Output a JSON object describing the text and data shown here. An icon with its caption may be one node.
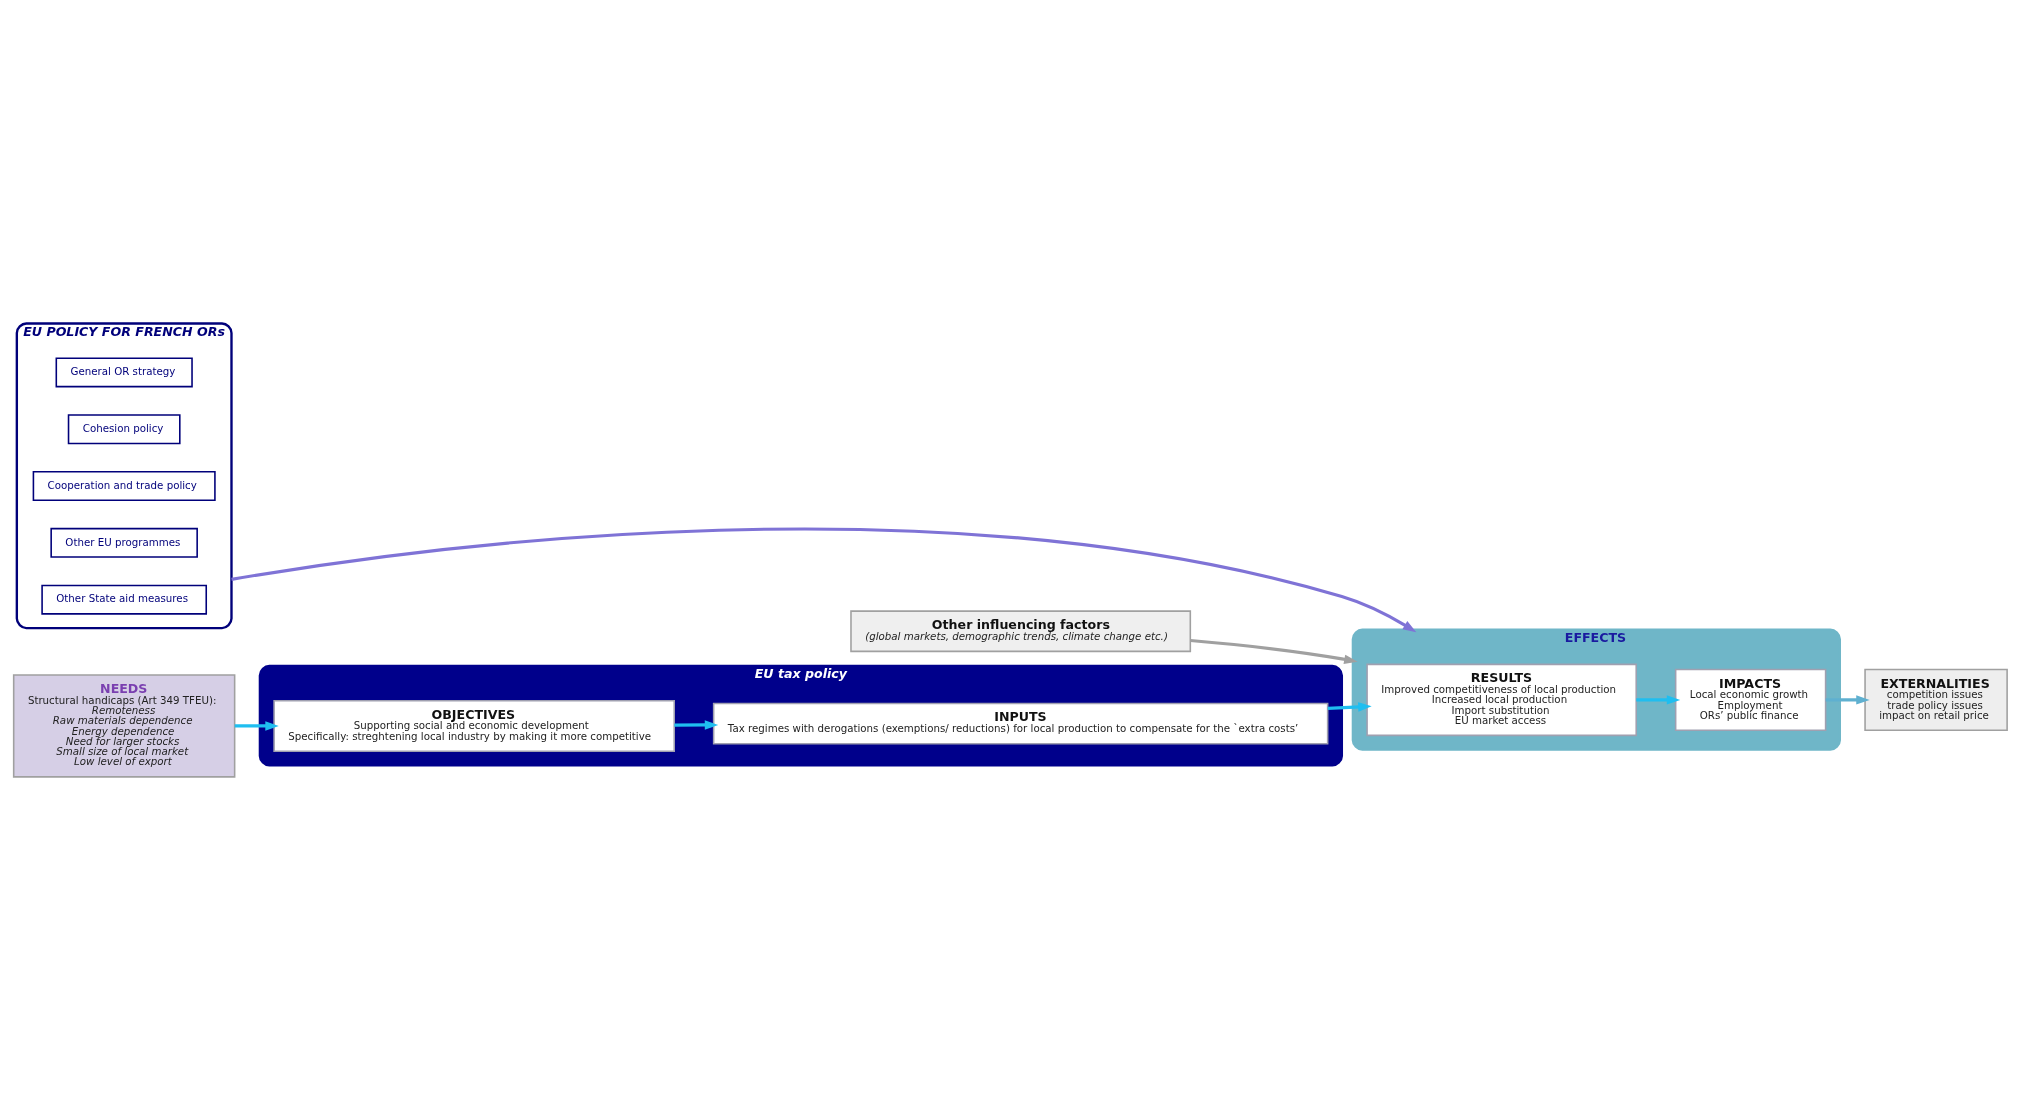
{
  "diagram": {
    "nodes": [
      {
        "text": [
          "EU POLICY FOR FRENCH ORs"
        ]
      },
      {
        "text": [
          "General OR strategy"
        ],
        "in": 0
      },
      {
        "text": [
          "Cohesion policy"
        ],
        "in": 0
      },
      {
        "text": [
          "Cooperation and trade policy"
        ],
        "in": 0
      },
      {
        "text": [
          "Other EU programmes"
        ],
        "in": 0
      },
      {
        "text": [
          "Other State aid measures"
        ],
        "in": 0
      },
      {
        "text": [
          "NEEDS",
          "Structural handicaps (Art 349 TFEU):",
          "Remoteness",
          "Raw materials dependence",
          "Energy dependence",
          "Need for larger stocks",
          "Small size of local market",
          "Low level of export"
        ]
      },
      {
        "text": [
          "Other influencing factors",
          "(global markets, demographic trends, climate change etc.)"
        ]
      },
      {
        "text": [
          "EFFECTS"
        ]
      },
      {
        "text": [
          "EU tax policy"
        ]
      },
      {
        "text": [
          "OBJECTIVES",
          "Supporting social and economic development",
          "Specifically: streghtening local industry by making it more competitive"
        ],
        "in": 9
      },
      {
        "text": [
          "INPUTS",
          "Tax regimes with derogations (exemptions/ reductions) for local production to compensate for the `extra costs’"
        ],
        "in": 9
      },
      {
        "text": [
          "RESULTS",
          "Improved competitiveness of local production",
          "Increased local production",
          "Import substitution",
          "EU market access"
        ],
        "in": 8
      },
      {
        "text": [
          "IMPACTS",
          "Local economic growth",
          "Employment",
          "ORs’ public finance"
        ],
        "in": 8
      },
      {
        "text": [
          "EXTERNALITIES",
          "competition issues",
          "trade policy issues",
          "impact on retail price"
        ]
      }
    ],
    "edges": [
      {
        "from": 6,
        "to": 10,
        "arrow": "to"
      },
      {
        "from": 7,
        "to": 8,
        "arrow": "to",
        "color": "#a0a0a0"
      },
      {
        "from": 10,
        "to": 11,
        "arrow": "to"
      },
      {
        "from": 11,
        "to": 12,
        "arrow": "to"
      },
      {
        "from": 12,
        "to": 13,
        "arrow": "to"
      },
      {
        "from": 13,
        "to": 14,
        "arrow": "to",
        "color": "#5fb0d0"
      },
      {
        "from": 0,
        "to": 8,
        "arrow": "to",
        "color": "#7f73d6"
      }
    ]
  }
}
